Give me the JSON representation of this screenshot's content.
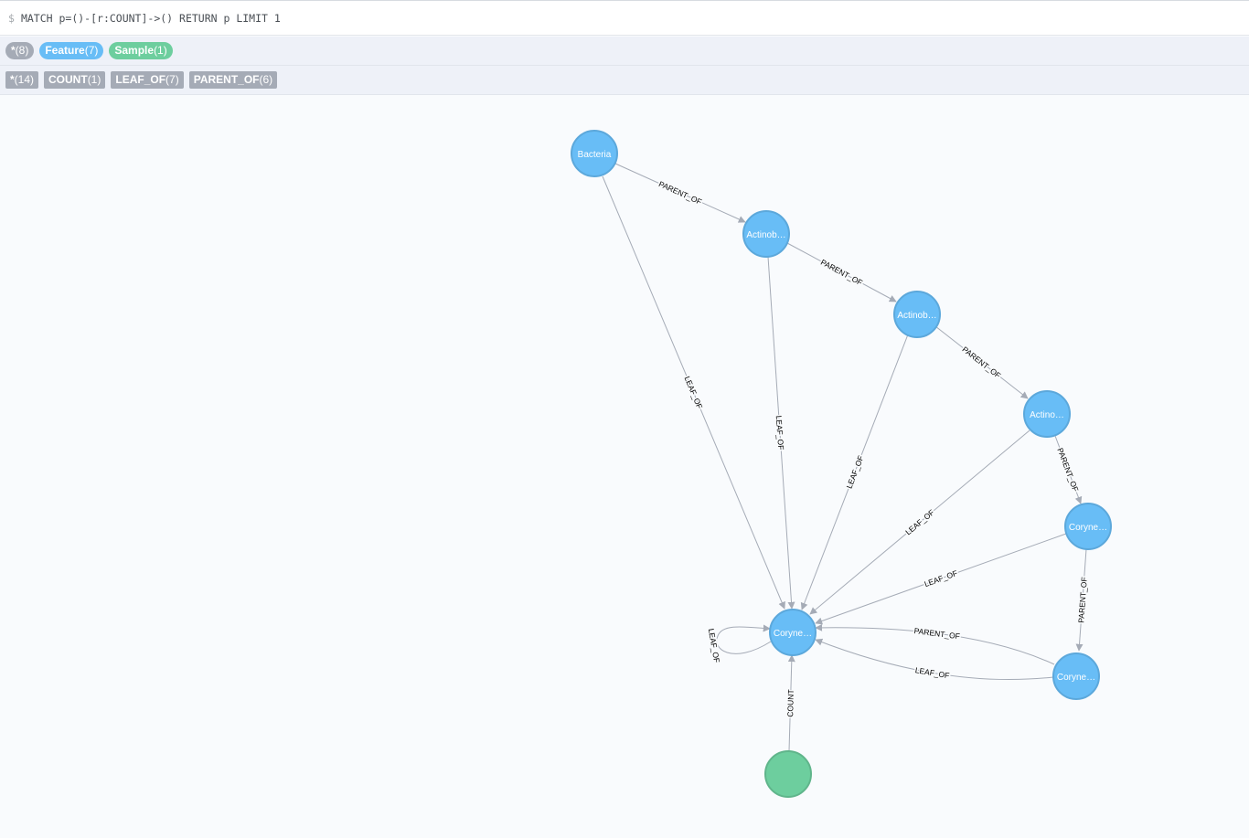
{
  "query": {
    "prompt": "$",
    "text": "MATCH p=()-[r:COUNT]->() RETURN p LIMIT 1"
  },
  "node_labels": [
    {
      "name": "*",
      "count": "(8)"
    },
    {
      "name": "Feature",
      "count": "(7)"
    },
    {
      "name": "Sample",
      "count": "(1)"
    }
  ],
  "relationship_types": [
    {
      "name": "*",
      "count": "(14)"
    },
    {
      "name": "COUNT",
      "count": "(1)"
    },
    {
      "name": "LEAF_OF",
      "count": "(7)"
    },
    {
      "name": "PARENT_OF",
      "count": "(6)"
    }
  ],
  "colors": {
    "feature": "#68bdf6",
    "feature_border": "#5ca8db",
    "sample": "#6dce9e",
    "sample_border": "#60b58b",
    "relationship": "#a5abb6"
  },
  "graph": {
    "nodes": [
      {
        "id": "bacteria",
        "label": "Bacteria",
        "type": "feature"
      },
      {
        "id": "actinob1",
        "label": "Actinob…",
        "type": "feature"
      },
      {
        "id": "actinob2",
        "label": "Actinob…",
        "type": "feature"
      },
      {
        "id": "actino3",
        "label": "Actino…",
        "type": "feature"
      },
      {
        "id": "coryne1",
        "label": "Coryne…",
        "type": "feature"
      },
      {
        "id": "coryne2",
        "label": "Coryne…",
        "type": "feature"
      },
      {
        "id": "coryne_center",
        "label": "Coryne…",
        "type": "feature"
      },
      {
        "id": "sample1",
        "label": "",
        "type": "sample"
      }
    ],
    "relationships": [
      {
        "id": "r_bac_act1",
        "type": "PARENT_OF"
      },
      {
        "id": "r_act1_act2",
        "type": "PARENT_OF"
      },
      {
        "id": "r_act2_act3",
        "type": "PARENT_OF"
      },
      {
        "id": "r_act3_cor1",
        "type": "PARENT_OF"
      },
      {
        "id": "r_cor1_cor2",
        "type": "PARENT_OF"
      },
      {
        "id": "r_cor2_center_parent",
        "type": "PARENT_OF"
      },
      {
        "id": "r_bac_center",
        "type": "LEAF_OF"
      },
      {
        "id": "r_act1_center",
        "type": "LEAF_OF"
      },
      {
        "id": "r_act2_center",
        "type": "LEAF_OF"
      },
      {
        "id": "r_act3_center",
        "type": "LEAF_OF"
      },
      {
        "id": "r_cor1_center",
        "type": "LEAF_OF"
      },
      {
        "id": "r_cor2_center_leaf",
        "type": "LEAF_OF"
      },
      {
        "id": "r_center_self",
        "type": "LEAF_OF"
      },
      {
        "id": "r_sample_center",
        "type": "COUNT"
      }
    ]
  }
}
